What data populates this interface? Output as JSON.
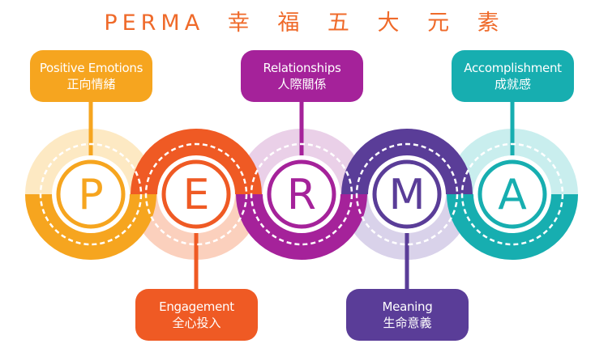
{
  "title": "PERMA 幸 福 五 大 元 素",
  "elements": [
    {
      "letter": "P",
      "en": "Positive Emotions",
      "zh": "正向情緒",
      "color": "#f6a51f",
      "light": "#fde9c3"
    },
    {
      "letter": "E",
      "en": "Engagement",
      "zh": "全心投入",
      "color": "#ef5a24",
      "light": "#fbd0bd"
    },
    {
      "letter": "R",
      "en": "Relationships",
      "zh": "人際關係",
      "color": "#a5229a",
      "light": "#ead0e8"
    },
    {
      "letter": "M",
      "en": "Meaning",
      "zh": "生命意義",
      "color": "#5a3d98",
      "light": "#d9d2ea"
    },
    {
      "letter": "A",
      "en": "Accomplishment",
      "zh": "成就感",
      "color": "#17aeb0",
      "light": "#c9eeee"
    }
  ]
}
